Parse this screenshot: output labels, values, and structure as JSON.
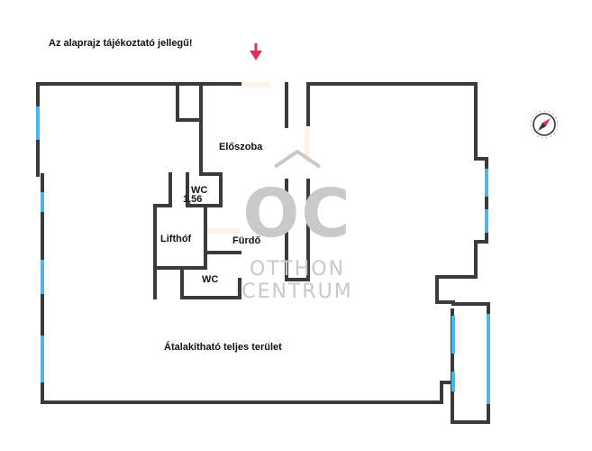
{
  "note": "Az alaprajz tájékoztató jellegű!",
  "rooms": {
    "eloszoba": "Előszoba",
    "wc_upper": "WC",
    "wc_upper_area": "1,56",
    "lifthof": "Lifthóf",
    "furdo": "Fürdő",
    "wc_lower": "WC",
    "main": "Átalakítható teljes terület"
  },
  "watermark": {
    "logo": "OC",
    "line1": "OTTHON",
    "line2": "CENTRUM"
  },
  "icons": {
    "entrance": "arrow-down-icon",
    "compass": "compass-icon"
  },
  "colors": {
    "wall": "#3b3b3b",
    "window": "#4fb4e6",
    "arrow": "#d9325a",
    "door_fill": "#fdf3e6",
    "watermark": "#c9c9c9"
  }
}
